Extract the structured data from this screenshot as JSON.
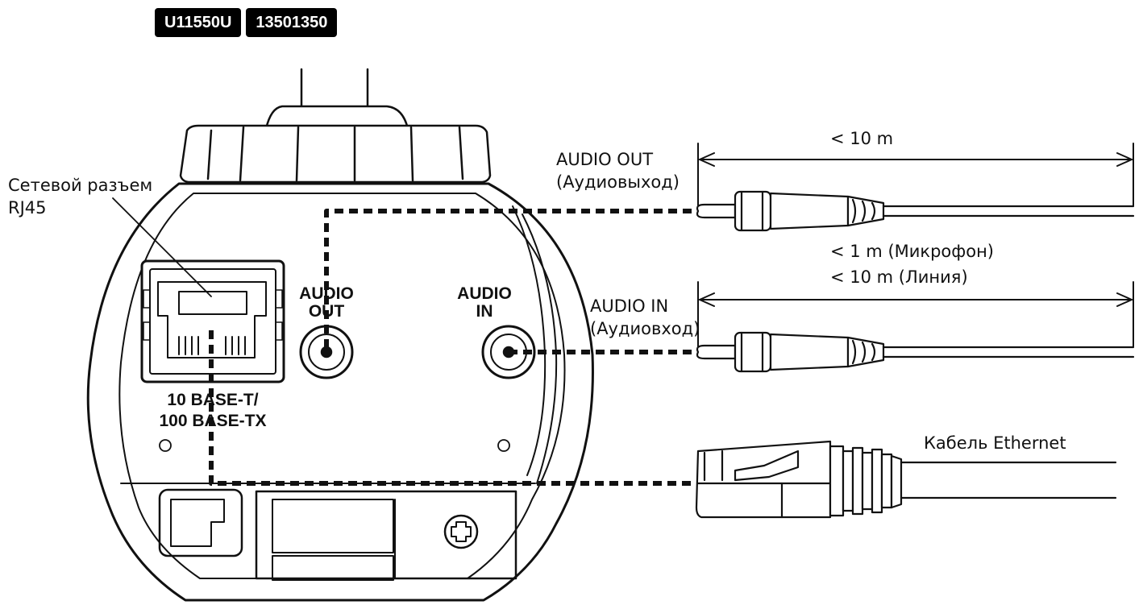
{
  "model_badges": [
    "U11550U",
    "13501350"
  ],
  "camera": {
    "rj45_label_line1": "Сетевой разъем",
    "rj45_label_line2": "RJ45",
    "audio_out_line1": "AUDIO",
    "audio_out_line2": "OUT",
    "audio_in_line1": "AUDIO",
    "audio_in_line2": "IN",
    "base_line1": "10 BASE-T/",
    "base_line2": "100 BASE-TX"
  },
  "connections": {
    "audio_out": {
      "label": "AUDIO OUT",
      "sublabel": "(Аудиовыход)",
      "length": "< 10 m"
    },
    "audio_in": {
      "label": "AUDIO IN",
      "sublabel": "(Аудиовход)",
      "length_mic": "< 1 m   (Микрофон)",
      "length_line": "< 10 m (Линия)"
    },
    "ethernet": {
      "label": "Кабель Ethernet"
    }
  }
}
